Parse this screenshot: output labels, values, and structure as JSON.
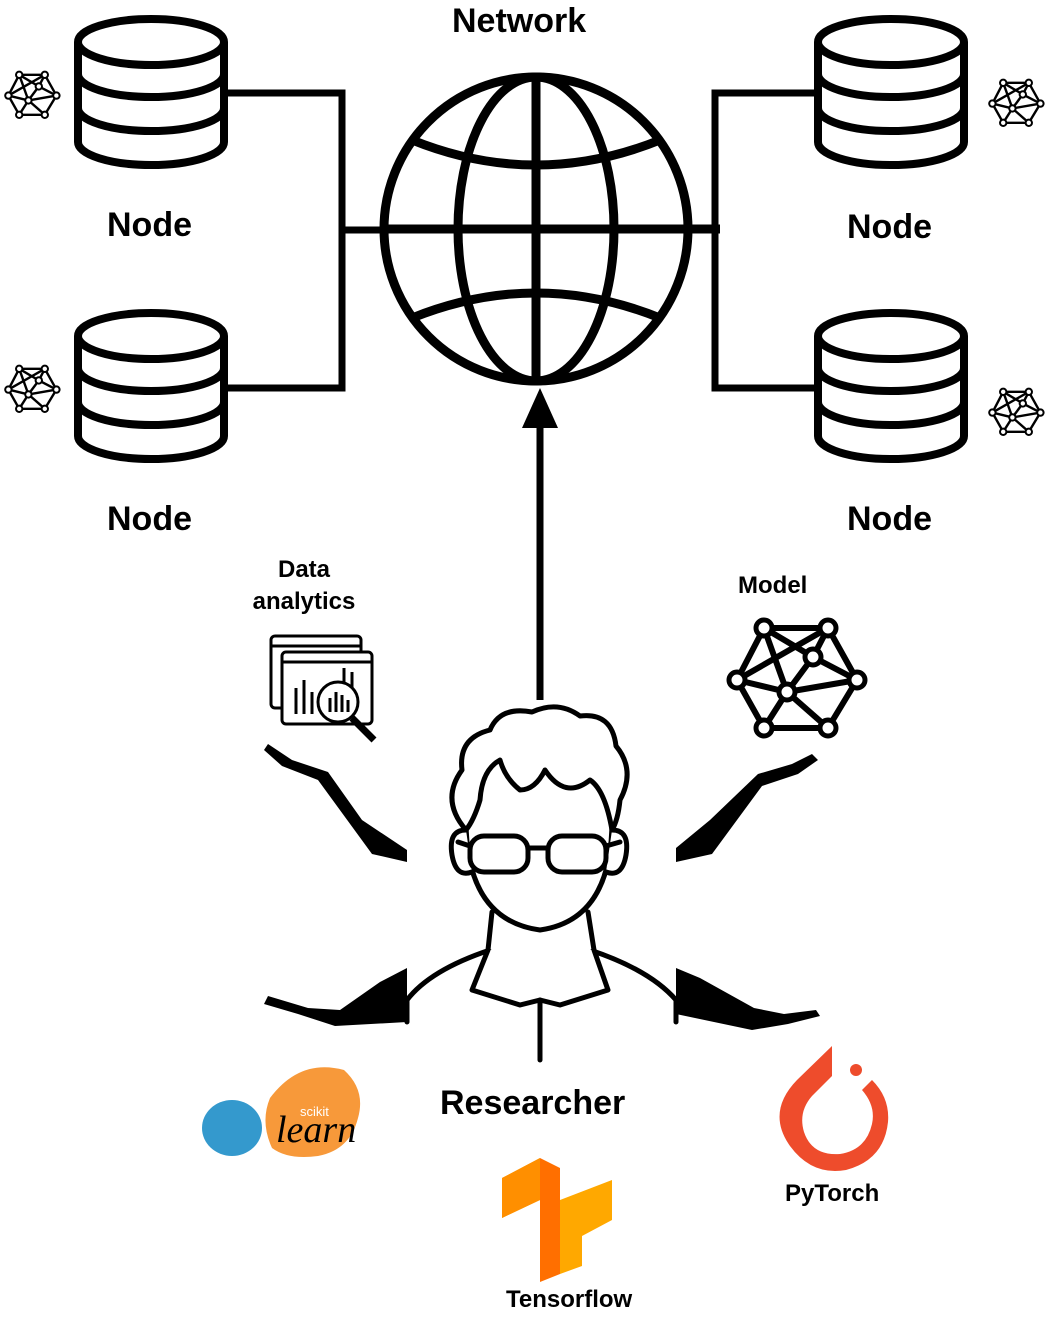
{
  "network": {
    "label": "Network",
    "icon": "globe-icon"
  },
  "nodes": [
    {
      "id": "top-left",
      "label": "Node",
      "icon": "database-icon",
      "model_icon": "neural-network-icon"
    },
    {
      "id": "bottom-left",
      "label": "Node",
      "icon": "database-icon",
      "model_icon": "neural-network-icon"
    },
    {
      "id": "top-right",
      "label": "Node",
      "icon": "database-icon",
      "model_icon": "neural-network-icon"
    },
    {
      "id": "bottom-right",
      "label": "Node",
      "icon": "database-icon",
      "model_icon": "neural-network-icon"
    }
  ],
  "researcher": {
    "label": "Researcher",
    "icon": "researcher-icon"
  },
  "tools": {
    "data_analytics": {
      "line1": "Data",
      "line2": "analytics",
      "icon": "data-analytics-icon"
    },
    "model": {
      "label": "Model",
      "icon": "neural-network-icon"
    },
    "scikit_learn": {
      "small": "scikit",
      "big": "learn",
      "icon": "scikit-learn-logo",
      "colors": {
        "orange": "#F7993A",
        "blue": "#3499CD"
      }
    },
    "tensorflow": {
      "label": "Tensorflow",
      "icon": "tensorflow-logo",
      "colors": {
        "light": "#FFA800",
        "dark": "#FF6F00"
      }
    },
    "pytorch": {
      "label": "PyTorch",
      "icon": "pytorch-logo",
      "colors": {
        "main": "#EE4C2C"
      }
    }
  }
}
